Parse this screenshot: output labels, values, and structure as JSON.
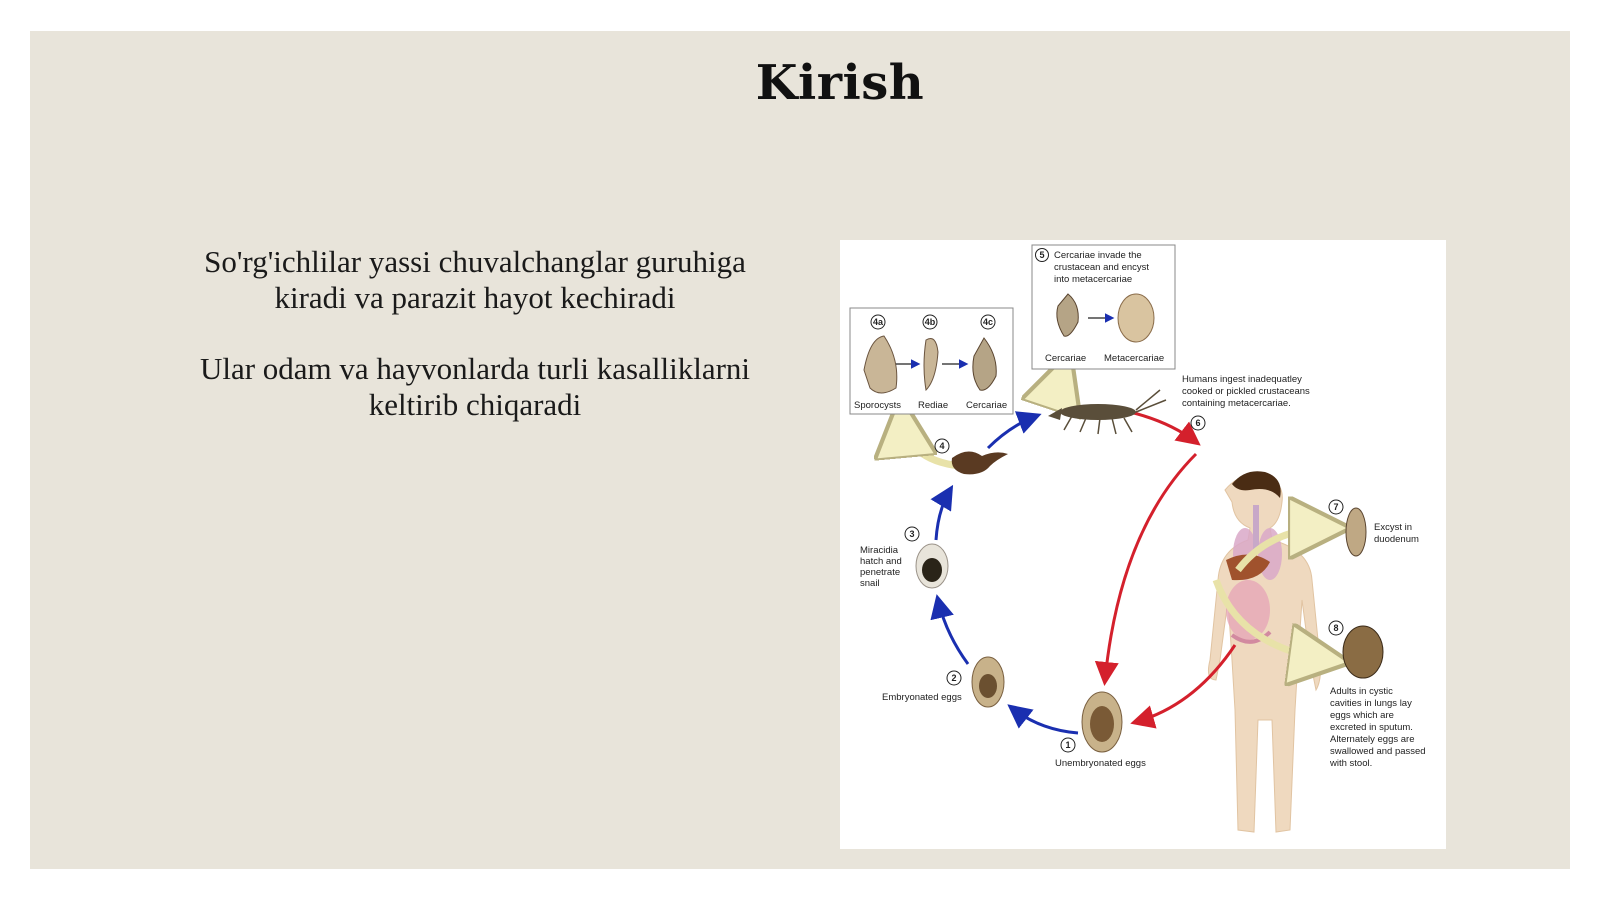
{
  "slide": {
    "title": "Kirish",
    "paragraphs": [
      {
        "line1": "So'rg'ichlilar yassi chuvalchanglar guruhiga",
        "line2": "kiradi va parazit hayot kechiradi"
      },
      {
        "line1": "Ular odam va hayvonlarda turli kasalliklarni",
        "line2": "keltirib chiqaradi"
      }
    ]
  },
  "diagram": {
    "steps": {
      "s1": {
        "num": "1",
        "label": "Unembryonated eggs"
      },
      "s2": {
        "num": "2",
        "label": "Embryonated eggs"
      },
      "s3": {
        "num": "3",
        "lines": [
          "Miracidia",
          "hatch and",
          "penetrate",
          "snail"
        ]
      },
      "s4": {
        "num": "4",
        "sub": [
          {
            "num": "4a",
            "label": "Sporocysts"
          },
          {
            "num": "4b",
            "label": "Rediae"
          },
          {
            "num": "4c",
            "label": "Cercariae"
          }
        ]
      },
      "s5": {
        "num": "5",
        "lines": [
          "Cercariae invade the",
          "crustacean and encyst",
          "into metacercariae"
        ],
        "left": "Cercariae",
        "right": "Metacercariae"
      },
      "s6": {
        "num": "6",
        "lines": [
          "Humans ingest inadequatley",
          "cooked or pickled crustaceans",
          "containing metacercariae."
        ]
      },
      "s7": {
        "num": "7",
        "lines": [
          "Excyst in",
          "duodenum"
        ]
      },
      "s8": {
        "num": "8",
        "lines": [
          "Adults in cystic",
          "cavities in lungs lay",
          "eggs which are",
          "excreted in sputum.",
          "Alternately eggs are",
          "swallowed and passed",
          "with  stool."
        ]
      }
    },
    "colors": {
      "blue_arrow": "#1a2fb0",
      "red_arrow": "#d4202c",
      "yellow_arrow": "#e8e2a8"
    }
  }
}
